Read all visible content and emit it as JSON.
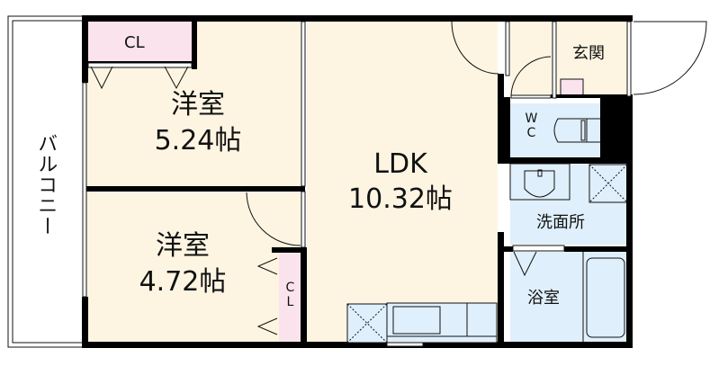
{
  "floor_plan": {
    "colors": {
      "room_beige": "#fdf5e2",
      "wet_blue": "#dfeffb",
      "closet_pink": "#fbe3ee",
      "wall": "#000000",
      "line": "#111111"
    },
    "rooms": {
      "balcony": {
        "label": "バルコニー"
      },
      "western_room_1": {
        "name": "洋室",
        "size": "5.24帖"
      },
      "western_room_2": {
        "name": "洋室",
        "size": "4.72帖"
      },
      "closet_top": {
        "label": "CL"
      },
      "closet_side": {
        "label": "CL"
      },
      "ldk": {
        "name": "LDK",
        "size": "10.32帖"
      },
      "entrance": {
        "label": "玄関"
      },
      "wc": {
        "label": "WC"
      },
      "washroom": {
        "label": "洗面所"
      },
      "bathroom": {
        "label": "浴室"
      }
    }
  }
}
